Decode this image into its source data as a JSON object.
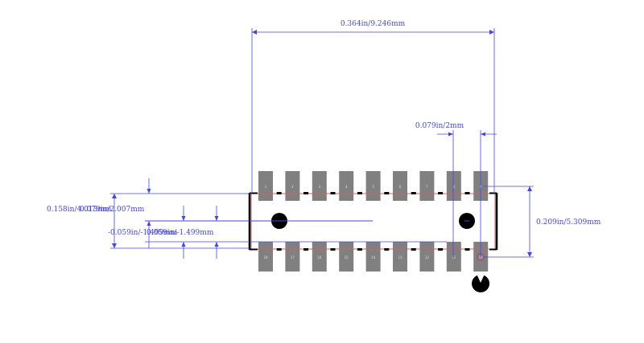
{
  "colors": {
    "dimension": "#4444ee",
    "pad": "#808080",
    "outline": "#000000",
    "courtyard": "#d06060",
    "pin1_marker": "#cc3366",
    "background": "#ffffff"
  },
  "dimensions": {
    "overall_width": "0.364in/9.246mm",
    "pitch": "0.079in/2mm",
    "pad_span": "0.209in/5.309mm",
    "body_height": "0.158in/4.013mm",
    "pad_length": "0.079in/2.007mm",
    "offset_a": "-0.059in/-1.499mm",
    "offset_b": "0.059in/-1.499mm"
  },
  "pads": {
    "count_per_row": 9,
    "top_labels": [
      "1",
      "2",
      "3",
      "4",
      "5",
      "6",
      "7",
      "8",
      "9"
    ],
    "bottom_labels": [
      "18",
      "17",
      "16",
      "15",
      "14",
      "13",
      "12",
      "11",
      "10"
    ]
  },
  "icons": {
    "left_marker": "fiducial-dot-icon",
    "right_marker": "fiducial-dot-icon",
    "orientation": "notched-circle-icon"
  }
}
